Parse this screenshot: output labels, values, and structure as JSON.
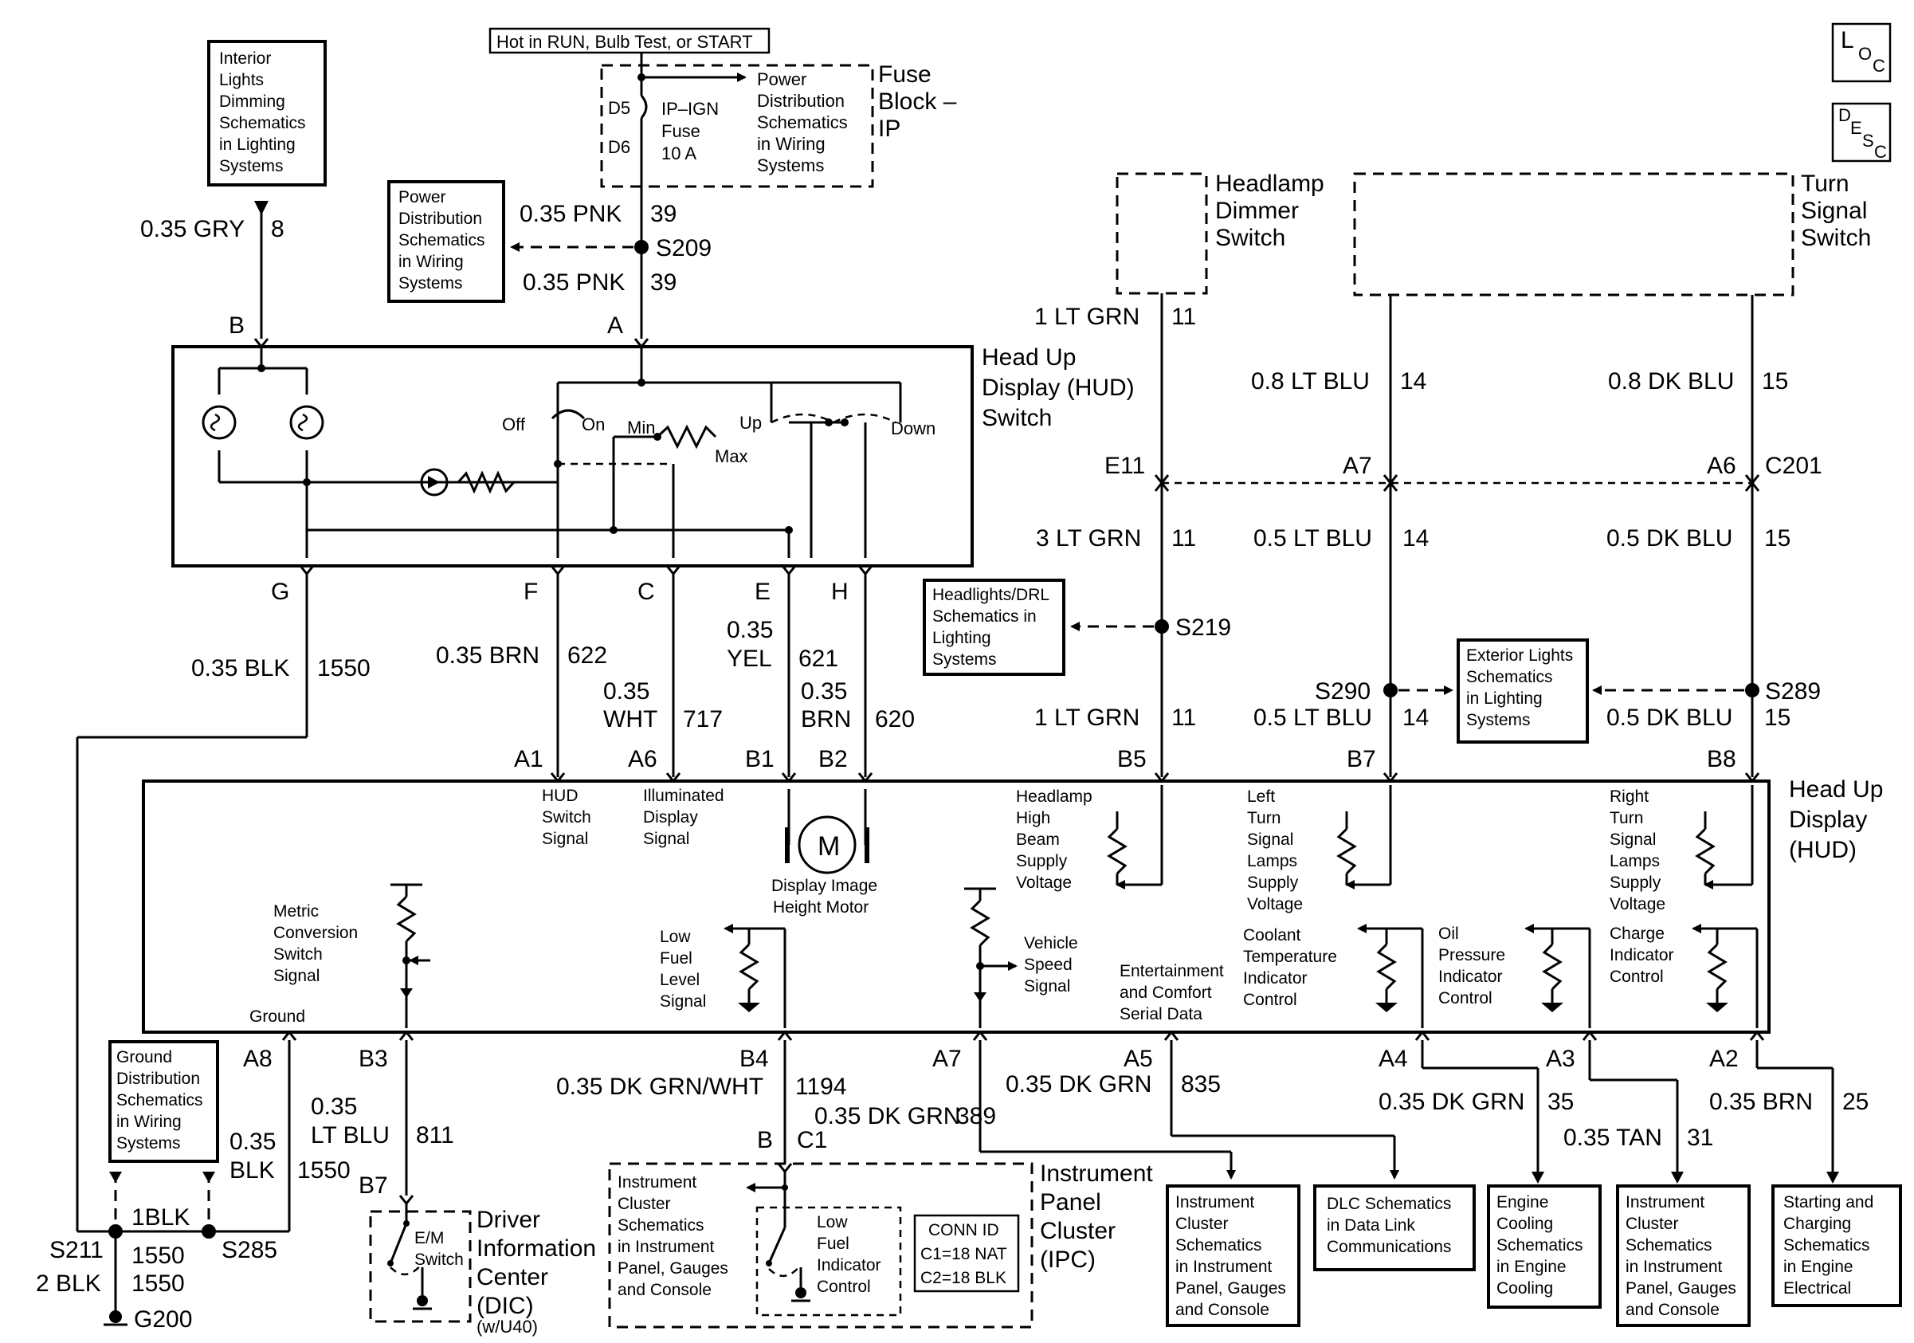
{
  "corner_icons": {
    "loc": [
      "L",
      "O",
      "C"
    ],
    "desc": [
      "D",
      "E",
      "S",
      "C"
    ]
  },
  "top_label": "Hot in RUN, Bulb Test, or START",
  "fuse_block": {
    "title": [
      "Fuse",
      "Block –",
      "IP"
    ],
    "fuse_name": [
      "IP–IGN",
      "Fuse",
      "10 A"
    ],
    "d5": "D5",
    "d6": "D6",
    "pwr_ref": [
      "Power",
      "Distribution",
      "Schematics",
      "in Wiring",
      "Systems"
    ]
  },
  "ref_boxes": {
    "interior_dimming": [
      "Interior",
      "Lights",
      "Dimming",
      "Schematics",
      "in Lighting",
      "Systems"
    ],
    "power_dist": [
      "Power",
      "Distribution",
      "Schematics",
      "in Wiring",
      "Systems"
    ],
    "headlights_drl": [
      "Headlights/DRL",
      "Schematics in",
      "Lighting",
      "Systems"
    ],
    "exterior_lights": [
      "Exterior Lights",
      "Schematics",
      "in Lighting",
      "Systems"
    ],
    "ground_dist": [
      "Ground",
      "Distribution",
      "Schematics",
      "in Wiring",
      "Systems"
    ],
    "ipc_left": [
      "Instrument",
      "Cluster",
      "Schematics",
      "in Instrument",
      "Panel, Gauges",
      "and Console"
    ],
    "ipc_b1": [
      "Instrument",
      "Cluster",
      "Schematics",
      "in Instrument",
      "Panel, Gauges",
      "and Console"
    ],
    "dlc": [
      "DLC Schematics",
      "in Data Link",
      "Communications"
    ],
    "engine_cooling": [
      "Engine",
      "Cooling",
      "Schematics",
      "in Engine",
      "Cooling"
    ],
    "ipc_b2": [
      "Instrument",
      "Cluster",
      "Schematics",
      "in Instrument",
      "Panel, Gauges",
      "and Console"
    ],
    "starting_charging": [
      "Starting and",
      "Charging",
      "Schematics",
      "in Engine",
      "Electrical"
    ]
  },
  "hud_switch": {
    "title": [
      "Head Up",
      "Display (HUD)",
      "Switch"
    ],
    "off": "Off",
    "on": "On",
    "min": "Min",
    "max": "Max",
    "up": "Up",
    "down": "Down",
    "pins_top": [
      "B",
      "A"
    ],
    "pins_bottom": [
      "G",
      "F",
      "C",
      "E",
      "H"
    ]
  },
  "switches": {
    "headlamp_dimmer": [
      "Headlamp",
      "Dimmer",
      "Switch"
    ],
    "turn_signal": [
      "Turn",
      "Signal",
      "Switch"
    ]
  },
  "wires": {
    "gry": {
      "gauge": "0.35 GRY",
      "circuit": "8"
    },
    "pnk_top": {
      "gauge": "0.35 PNK",
      "circuit": "39"
    },
    "pnk_bot": {
      "gauge": "0.35 PNK",
      "circuit": "39"
    },
    "s209": "S209",
    "lt_grn_1": {
      "gauge": "1 LT GRN",
      "circuit": "11"
    },
    "lt_blu_08": {
      "gauge": "0.8 LT BLU",
      "circuit": "14"
    },
    "dk_blu_08": {
      "gauge": "0.8 DK BLU",
      "circuit": "15"
    },
    "c201": {
      "e11": "E11",
      "a7": "A7",
      "a6": "A6",
      "name": "C201"
    },
    "lt_grn_3": {
      "gauge": "3 LT GRN",
      "circuit": "11"
    },
    "lt_blu_05a": {
      "gauge": "0.5 LT BLU",
      "circuit": "14"
    },
    "dk_blu_05a": {
      "gauge": "0.5 DK BLU",
      "circuit": "15"
    },
    "s219": "S219",
    "s290": "S290",
    "s289": "S289",
    "lt_grn_1b": {
      "gauge": "1 LT GRN",
      "circuit": "11"
    },
    "lt_blu_05b": {
      "gauge": "0.5 LT BLU",
      "circuit": "14"
    },
    "dk_blu_05b": {
      "gauge": "0.5 DK BLU",
      "circuit": "15"
    },
    "blk_g": {
      "gauge": "0.35 BLK",
      "circuit": "1550"
    },
    "brn_f": {
      "gauge": "0.35 BRN",
      "circuit": "622"
    },
    "wht_c": {
      "gauge": [
        "0.35",
        "WHT"
      ],
      "circuit": "717"
    },
    "yel_e": {
      "gauge": [
        "0.35",
        "YEL"
      ],
      "circuit": "621"
    },
    "brn_h": {
      "gauge": [
        "0.35",
        "BRN"
      ],
      "circuit": "620"
    }
  },
  "hud_module": {
    "title": [
      "Head Up",
      "Display",
      "(HUD)"
    ],
    "pins_top": [
      "A1",
      "A6",
      "B1",
      "B2",
      "B5",
      "B7",
      "B8"
    ],
    "pins_bottom": [
      "A8",
      "B3",
      "B4",
      "A7",
      "A5",
      "A4",
      "A3",
      "A2"
    ],
    "signals": {
      "hud_switch": [
        "HUD",
        "Switch",
        "Signal"
      ],
      "illum": [
        "Illuminated",
        "Display",
        "Signal"
      ],
      "motor": [
        "Display Image",
        "Height Motor"
      ],
      "motor_m": "M",
      "hb": [
        "Headlamp",
        "High",
        "Beam",
        "Supply",
        "Voltage"
      ],
      "lturn": [
        "Left",
        "Turn",
        "Signal",
        "Lamps",
        "Supply",
        "Voltage"
      ],
      "rturn": [
        "Right",
        "Turn",
        "Signal",
        "Lamps",
        "Supply",
        "Voltage"
      ],
      "metric": [
        "Metric",
        "Conversion",
        "Switch",
        "Signal"
      ],
      "ground": "Ground",
      "lowfuel": [
        "Low",
        "Fuel",
        "Level",
        "Signal"
      ],
      "vss": [
        "Vehicle",
        "Speed",
        "Signal"
      ],
      "ent": [
        "Entertainment",
        "and Comfort",
        "Serial Data"
      ],
      "coolant": [
        "Coolant",
        "Temperature",
        "Indicator",
        "Control"
      ],
      "oil": [
        "Oil",
        "Pressure",
        "Indicator",
        "Control"
      ],
      "charge": [
        "Charge",
        "Indicator",
        "Control"
      ]
    }
  },
  "lower": {
    "blk_a8": {
      "gauge": [
        "0.35",
        "BLK"
      ],
      "circuit": "1550"
    },
    "ltblu_b3": {
      "gauge": [
        "0.35",
        "LT BLU"
      ],
      "circuit": "811"
    },
    "dkgrnwht": {
      "gauge": "0.35 DK GRN/WHT",
      "circuit": "1194"
    },
    "dkgrn_389": {
      "gauge": "0.35 DK GRN",
      "circuit": "389"
    },
    "dkgrn_835": {
      "gauge": "0.35 DK GRN",
      "circuit": "835"
    },
    "dkgrn_35": {
      "gauge": "0.35 DK GRN",
      "circuit": "35"
    },
    "tan_31": {
      "gauge": "0.35 TAN",
      "circuit": "31"
    },
    "brn_25": {
      "gauge": "0.35 BRN",
      "circuit": "25"
    },
    "s211": "S211",
    "s285": "S285",
    "blk1": "1BLK",
    "c1550a": "1550",
    "blk2": "2 BLK",
    "c1550b": "1550",
    "g200": "G200",
    "dic_pin": "B7",
    "dic_switch": [
      "E/M",
      "Switch"
    ],
    "dic_title": [
      "Driver",
      "Information",
      "Center",
      "(DIC)"
    ],
    "dic_opt": "(w/U40)",
    "ipc_pin_b": "B",
    "ipc_pin_c1": "C1",
    "ipc_title": [
      "Instrument",
      "Panel",
      "Cluster",
      "(IPC)"
    ],
    "low_fuel_ind": [
      "Low",
      "Fuel",
      "Indicator",
      "Control"
    ],
    "conn_id": [
      "CONN ID",
      "C1=18 NAT",
      "C2=18 BLK"
    ]
  }
}
